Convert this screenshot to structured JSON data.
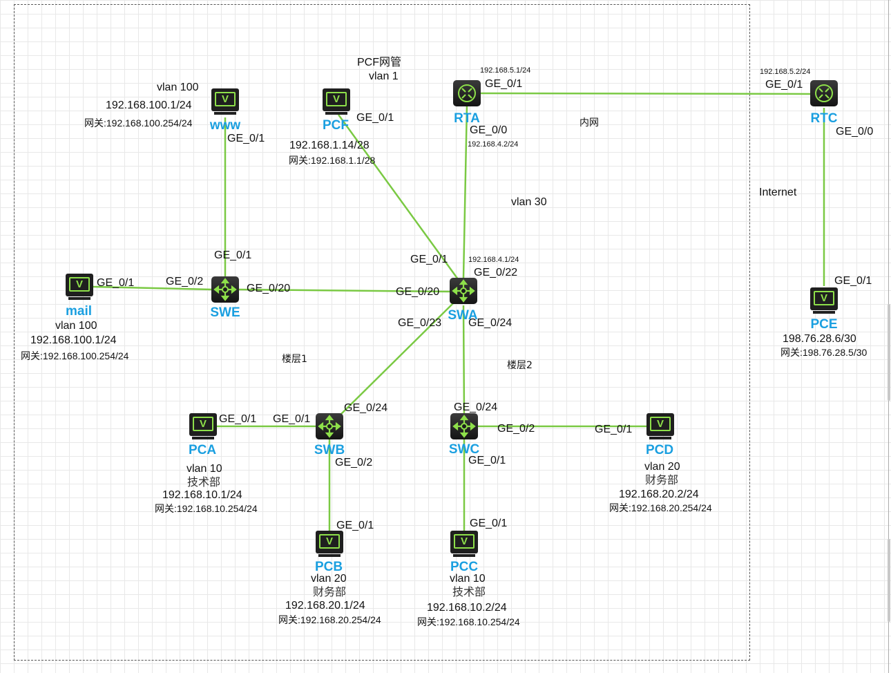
{
  "devices": {
    "www": {
      "name": "www",
      "vlan": "vlan 100",
      "ip": "192.168.100.1/24",
      "gateway": "网关:192.168.100.254/24"
    },
    "pcf": {
      "name": "PCF",
      "title": "PCF网管",
      "vlan": "vlan 1",
      "ip": "192.168.1.14/28",
      "gateway": "网关:192.168.1.1/28"
    },
    "rta": {
      "name": "RTA",
      "ip_ge01": "192.168.5.1/24",
      "ip_ge00": "192.168.4.2/24"
    },
    "rtc": {
      "name": "RTC",
      "ip_ge01": "192.168.5.2/24"
    },
    "mail": {
      "name": "mail",
      "vlan": "vlan 100",
      "ip": "192.168.100.1/24",
      "gateway": "网关:192.168.100.254/24"
    },
    "swe": {
      "name": "SWE"
    },
    "swa": {
      "name": "SWA",
      "ip": "192.168.4.1/24"
    },
    "pce": {
      "name": "PCE",
      "ip": "198.76.28.6/30",
      "gateway": "网关:198.76.28.5/30"
    },
    "pca": {
      "name": "PCA",
      "vlan": "vlan 10",
      "dept": "技术部",
      "ip": "192.168.10.1/24",
      "gateway": "网关:192.168.10.254/24"
    },
    "swb": {
      "name": "SWB"
    },
    "swc": {
      "name": "SWC"
    },
    "pcd": {
      "name": "PCD",
      "vlan": "vlan 20",
      "dept": "财务部",
      "ip": "192.168.20.2/24",
      "gateway": "网关:192.168.20.254/24"
    },
    "pcb": {
      "name": "PCB",
      "vlan": "vlan 20",
      "dept": "财务部",
      "ip": "192.168.20.1/24",
      "gateway": "网关:192.168.20.254/24"
    },
    "pcc": {
      "name": "PCC",
      "vlan": "vlan 10",
      "dept": "技术部",
      "ip": "192.168.10.2/24",
      "gateway": "网关:192.168.10.254/24"
    }
  },
  "zones": {
    "intranet": "内网",
    "internet": "Internet",
    "vlan30": "vlan 30",
    "floor1": "楼层1",
    "floor2": "楼层2"
  },
  "ports": {
    "p01": "GE_0/1",
    "p00": "GE_0/0",
    "p02": "GE_0/2",
    "p20": "GE_0/20",
    "p22": "GE_0/22",
    "p23": "GE_0/23",
    "p24": "GE_0/24"
  },
  "device_icon_glyph": "V",
  "colors": {
    "link": "#7ac943",
    "device_name": "#1a9fe0",
    "screen": "#8ee04a"
  }
}
